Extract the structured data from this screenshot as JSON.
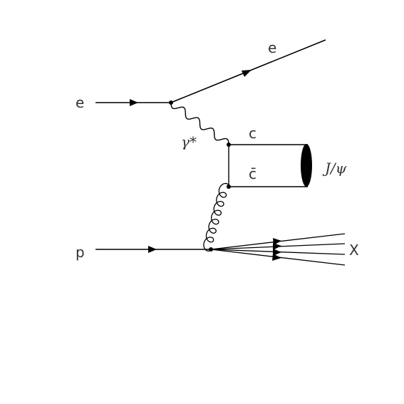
{
  "diagram": {
    "labels": {
      "incoming_electron": "e",
      "outgoing_electron": "e",
      "photon": "γ*",
      "charm_quark": "c",
      "anticharm_quark": "c̄",
      "meson": "J/ψ",
      "proton": "p",
      "remnant": "X"
    }
  }
}
